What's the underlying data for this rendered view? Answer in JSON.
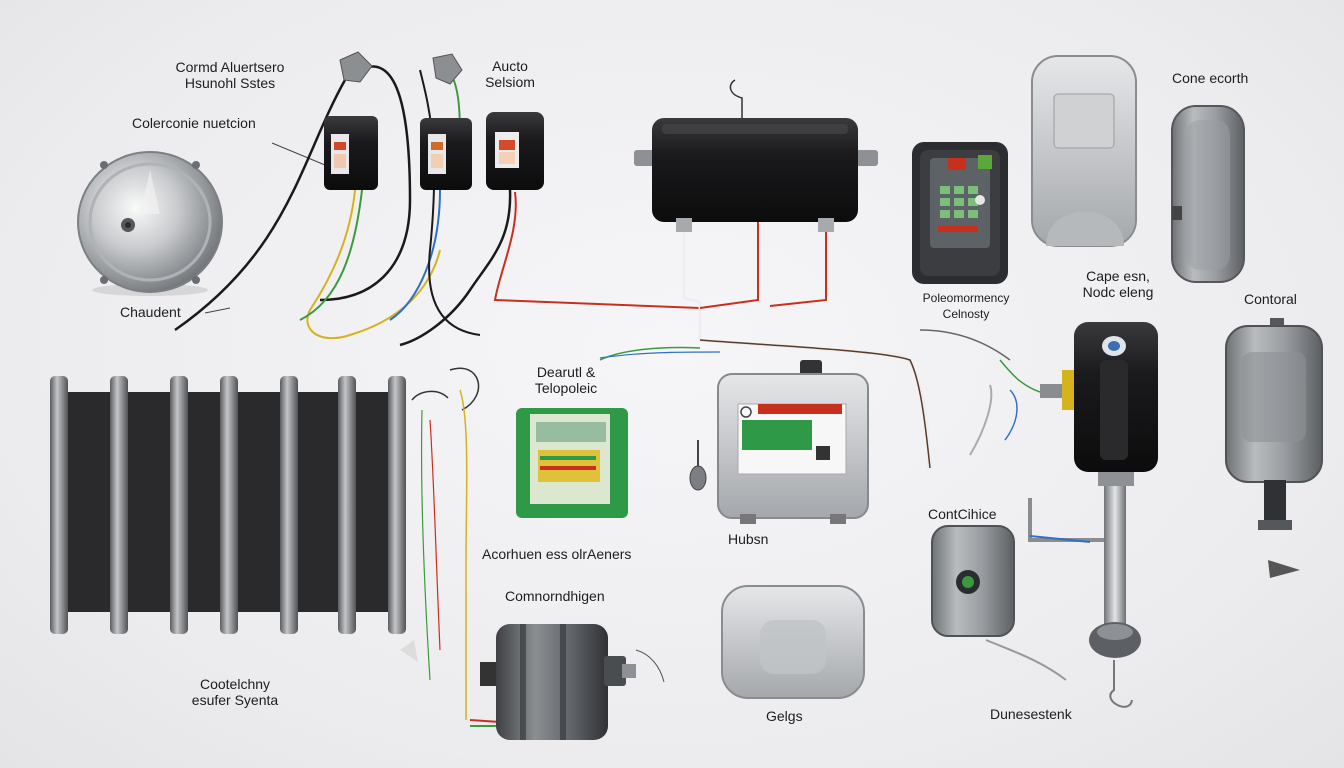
{
  "labels": {
    "control_systems": {
      "line1": "Cormd Aluertsero",
      "line2": "Hsunohl Sstes"
    },
    "auto_system": {
      "line1": "Aucto",
      "line2": "Selsiom"
    },
    "colerconie": "Colerconie nuetcion",
    "chaudent": "Chaudent",
    "core_ecorth": "Cone ecorth",
    "cape_esn": {
      "line1": "Cape esn,",
      "line2": "Nodc eleng"
    },
    "performancy": {
      "line1": "Poleomormency",
      "line2": "Celnosty"
    },
    "contoral": "Contoral",
    "dearutl": {
      "line1": "Dearutl &",
      "line2": "Telopoleic"
    },
    "hubsn": "Hubsn",
    "acorhuen": "Acorhuen ess olrAeners",
    "comnorndhigen": "Comnorndhigen",
    "cothelchy": {
      "line1": "Cootelchny",
      "line2": "esufer Syenta"
    },
    "gelgs": "Gelgs",
    "contehice": "ContCihice",
    "dunesestenk": "Dunesestenk"
  },
  "colors": {
    "background": "#efeff1",
    "black_housing": "#1c1c1e",
    "grey_housing": "#8a8d90",
    "green_board": "#2e9a48",
    "wire_red": "#c8301e",
    "wire_yellow": "#d6b21c",
    "wire_green": "#3c9a3c",
    "wire_blue": "#2f6fc4"
  },
  "icons": [
    "siren-icon",
    "relay-icon",
    "heater-icon",
    "keypad-icon",
    "cover-icon",
    "sensor-icon",
    "radiator-icon",
    "pcb-icon",
    "junction-box-icon",
    "motor-icon",
    "enclosure-icon",
    "probe-icon"
  ]
}
